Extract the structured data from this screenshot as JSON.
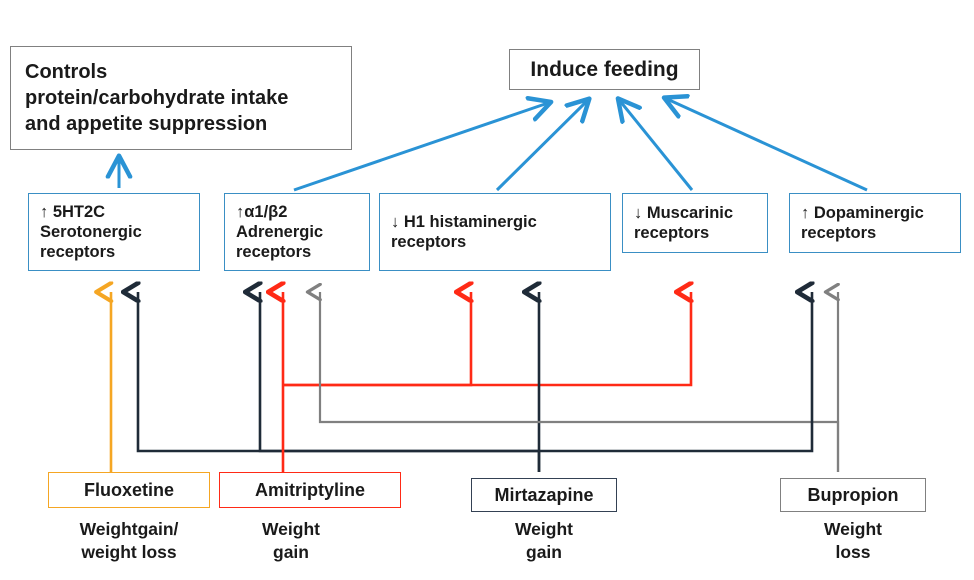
{
  "diagram": {
    "title_text_blocks": {
      "controls_box": "Controls\nprotein/carbohydrate intake\nand appetite suppression",
      "induce_feeding_box": "Induce feeding"
    },
    "receptors": [
      {
        "id": "serotonergic",
        "label": "↑ 5HT2C\nSerotonergic\nreceptors"
      },
      {
        "id": "adrenergic",
        "label": "↑α1/β2\nAdrenergic\nreceptors"
      },
      {
        "id": "histaminergic",
        "label": "↓ H1 histaminergic\nreceptors"
      },
      {
        "id": "muscarinic",
        "label": "↓ Muscarinic\nreceptors"
      },
      {
        "id": "dopaminergic",
        "label": "↑ Dopaminergic\nreceptors"
      }
    ],
    "drugs": [
      {
        "id": "fluoxetine",
        "name": "Fluoxetine",
        "effect": "Weightgain/\nweight loss",
        "color": "#F5A623"
      },
      {
        "id": "amitriptyline",
        "name": "Amitriptyline",
        "effect": "Weight\ngain",
        "color": "#FF2A16"
      },
      {
        "id": "mirtazapine",
        "name": "Mirtazapine",
        "effect": "Weight\ngain",
        "color": "#1F2B38"
      },
      {
        "id": "bupropion",
        "name": "Bupropion",
        "effect": "Weight\nloss",
        "color": "#808080"
      }
    ],
    "colors": {
      "blue_arrow": "#2A93D5",
      "receptor_border": "#3a8fc4",
      "orange": "#F5A623",
      "red": "#FF2A16",
      "dark": "#1F2B38",
      "gray": "#808080",
      "box_border": "#808080"
    }
  }
}
